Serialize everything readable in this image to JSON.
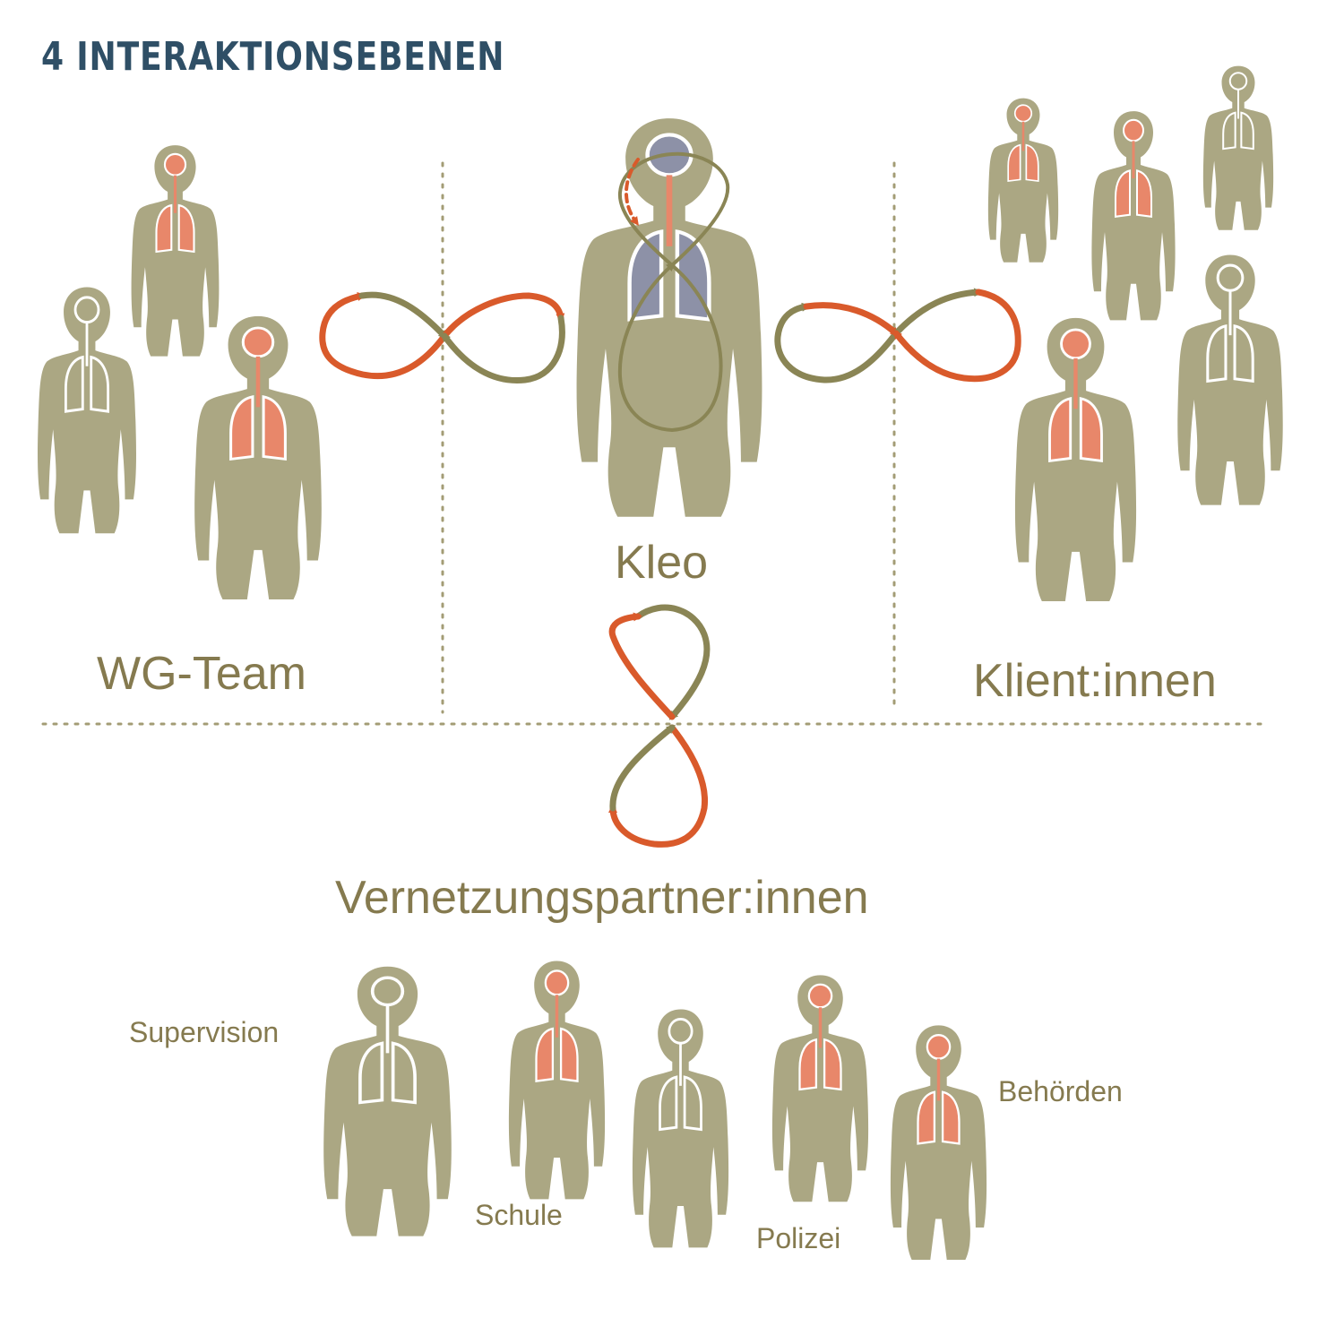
{
  "title": "4 INTERAKTIONSEBENEN",
  "groups": {
    "team": "WG-Team",
    "center": "Kleo",
    "clients": "Klient:innen",
    "network": "Vernetzungspartner:innen"
  },
  "partners": [
    "Supervision",
    "Schule",
    "Polizei",
    "Behörden"
  ],
  "colors": {
    "title": "#2f4f66",
    "text": "#857a4f",
    "body": "#aba783",
    "organ": "#e8876a",
    "arrow_orange": "#d95a2b",
    "arrow_olive": "#8a8555",
    "brain": "#8d91a7",
    "divider": "#a39c75"
  }
}
